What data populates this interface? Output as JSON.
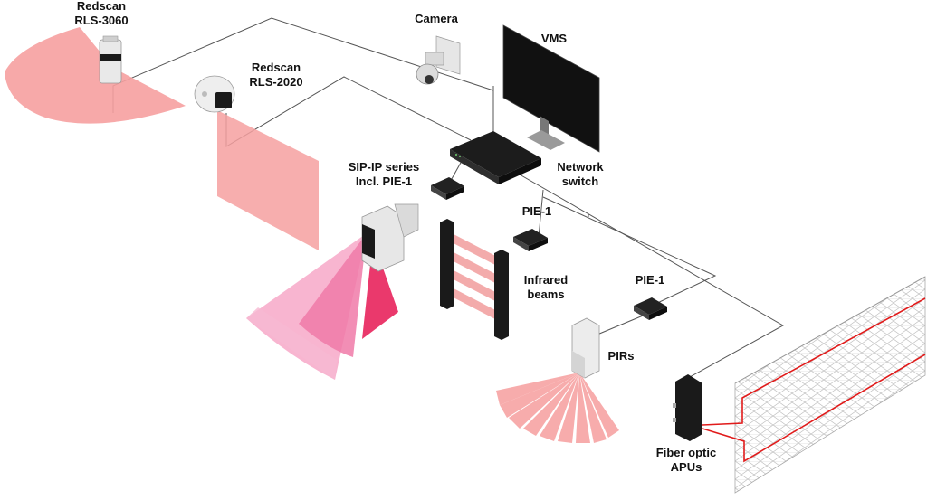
{
  "labels": {
    "rls3060_line1": "Redscan",
    "rls3060_line2": "RLS-3060",
    "rls2020_line1": "Redscan",
    "rls2020_line2": "RLS-2020",
    "camera": "Camera",
    "vms": "VMS",
    "sip_line1": "SIP-IP series",
    "sip_line2": "Incl. PIE-1",
    "switch_line1": "Network",
    "switch_line2": "switch",
    "pie1_a": "PIE-1",
    "pie1_b": "PIE-1",
    "ir_line1": "Infrared",
    "ir_line2": "beams",
    "pirs": "PIRs",
    "fiber_line1": "Fiber optic",
    "fiber_line2": "APUs"
  },
  "colors": {
    "detection_red": "#f26a6a",
    "beam_pink": "#f4a3a3",
    "camera_magenta": "#ee4f86",
    "device_black": "#1a1a1a",
    "cable_gray": "#555555",
    "fiber_red": "#e11b1b"
  }
}
